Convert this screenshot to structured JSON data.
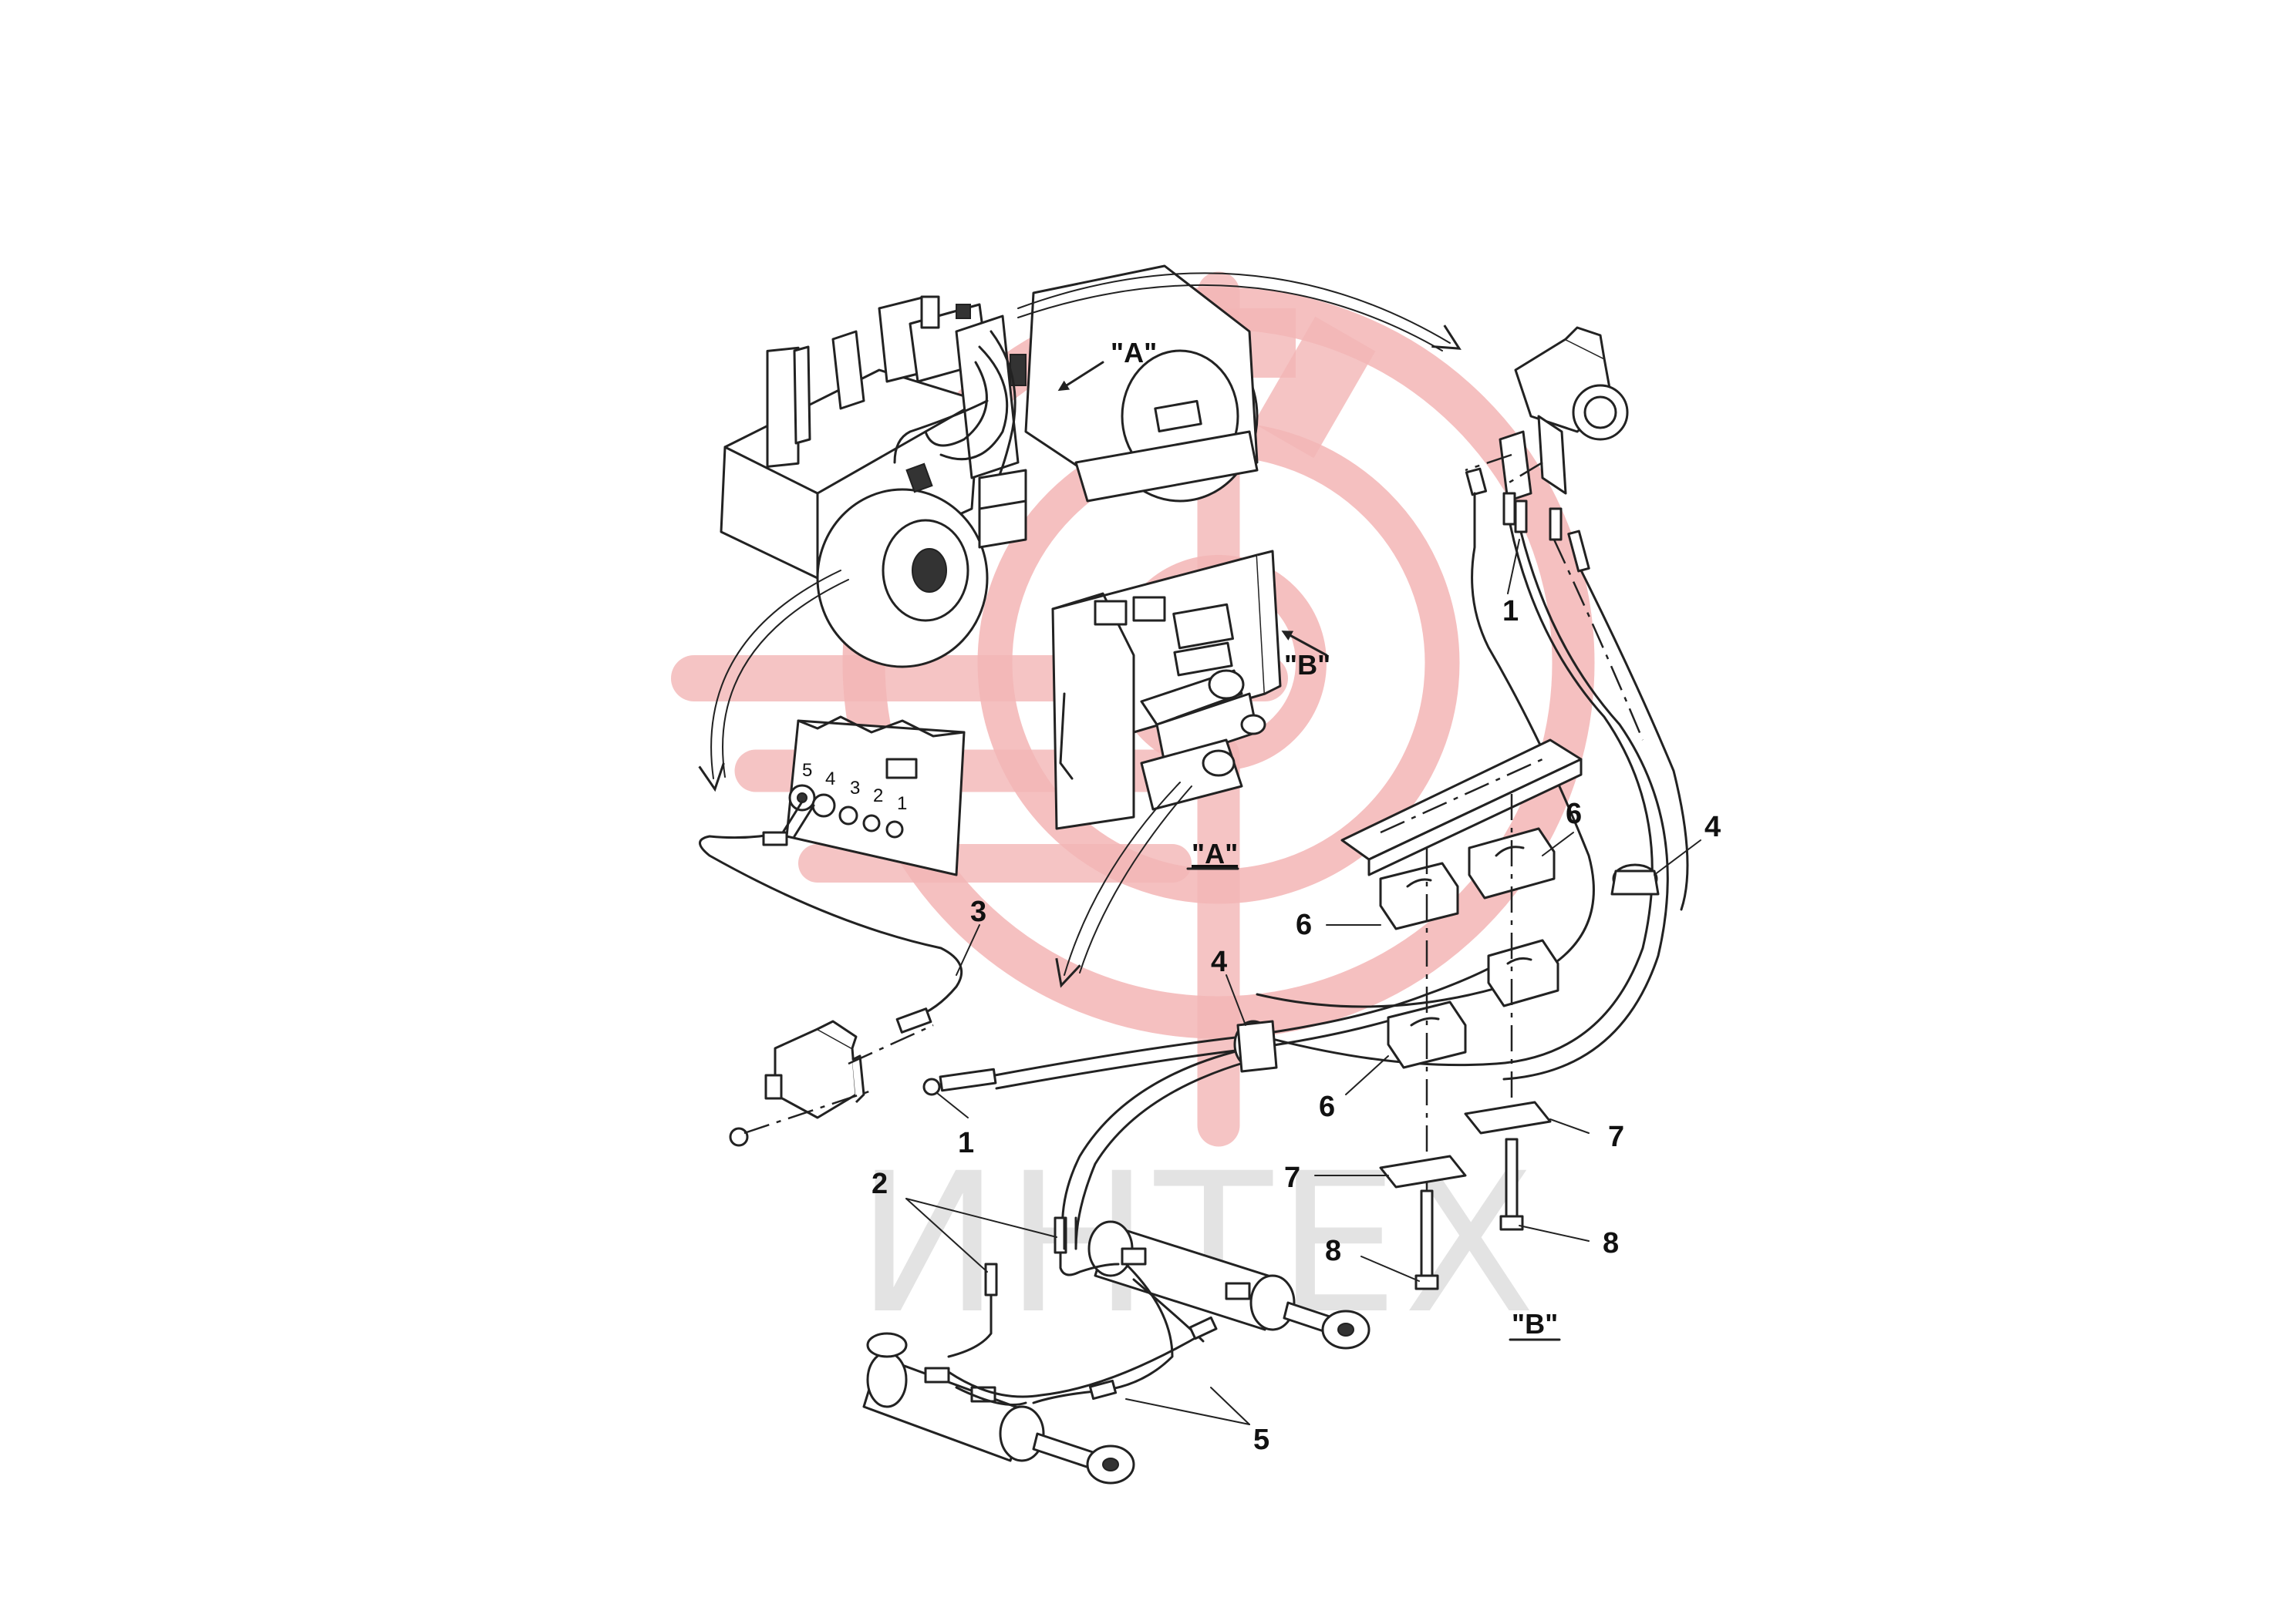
{
  "colors": {
    "line": "#222222",
    "watermark_logo": "#f3b5b5",
    "watermark_text": "#e3e3e3",
    "background": "#ffffff"
  },
  "watermark": {
    "text": "ИНТЕХ"
  },
  "view_labels": {
    "detail_a_arrow": "\"A\"",
    "detail_b_arrow": "\"B\"",
    "view_a": "\"A\"",
    "view_b": "\"B\""
  },
  "panel_ports": [
    "5",
    "4",
    "3",
    "2",
    "1"
  ],
  "callouts": {
    "hose_1_top": "1",
    "hose_1_bottom": "1",
    "hose_2": "2",
    "hose_3": "3",
    "clamp_4_right": "4",
    "clamp_4_mid": "4",
    "hose_5": "5",
    "clamp_6_top_right": "6",
    "clamp_6_left": "6",
    "clamp_6_bottom": "6",
    "plate_7_right": "7",
    "plate_7_left": "7",
    "bolt_8_left": "8",
    "bolt_8_right": "8"
  }
}
